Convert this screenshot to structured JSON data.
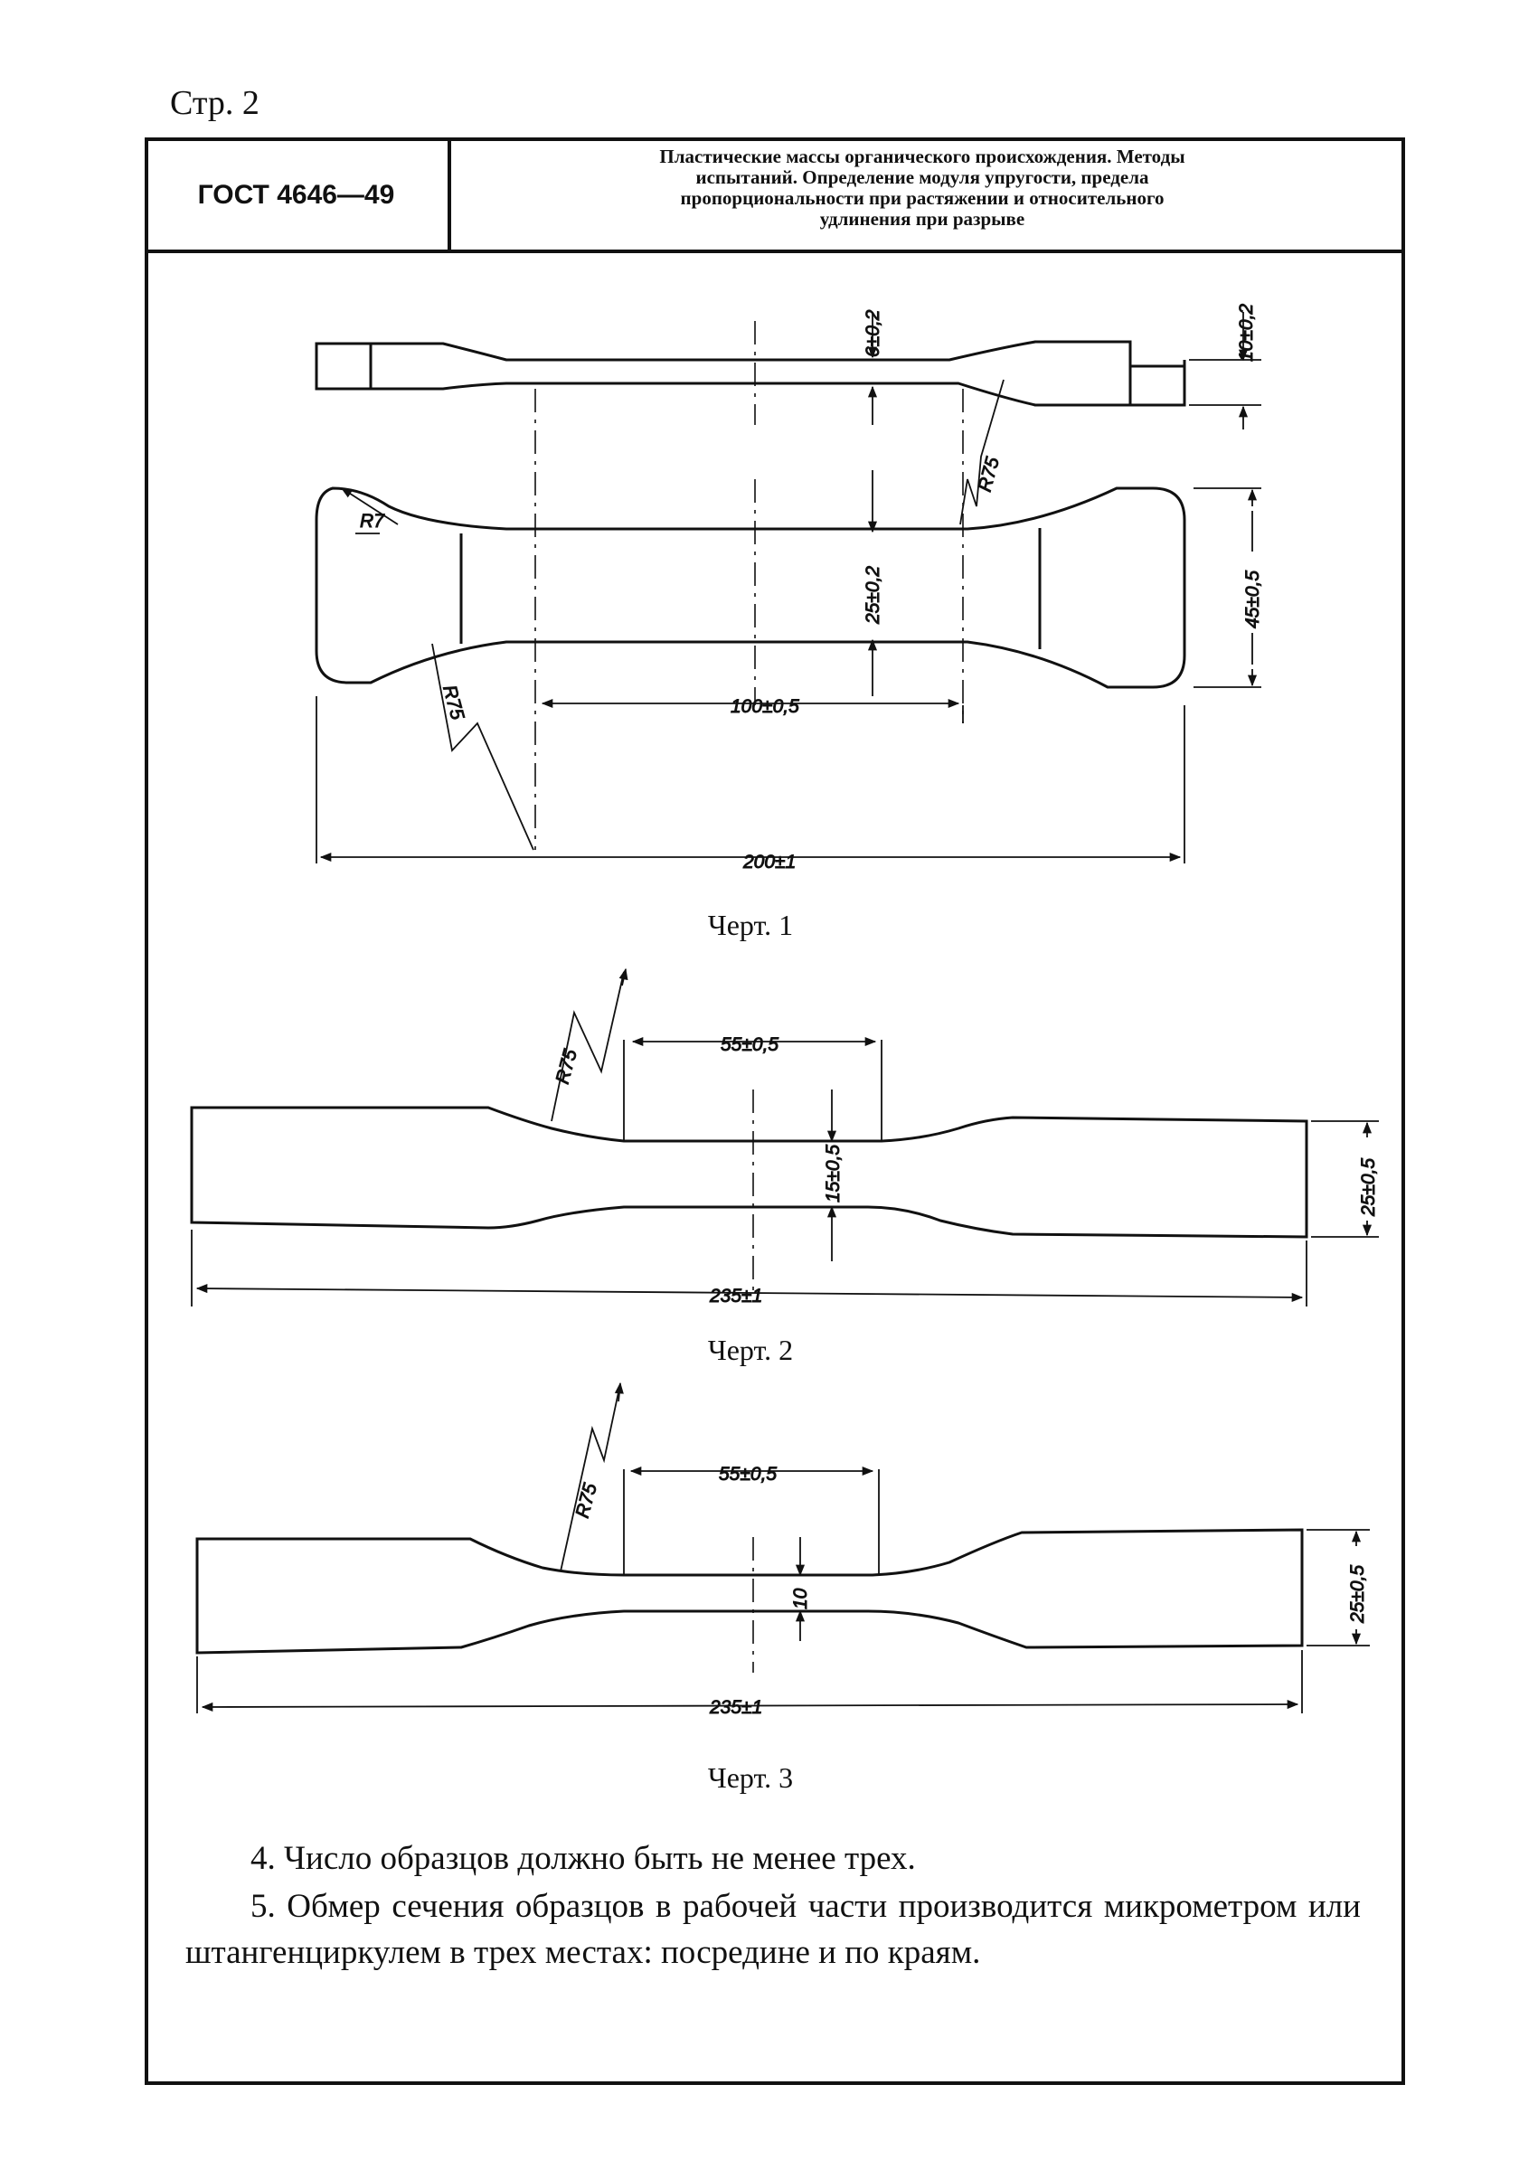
{
  "page": {
    "number": "Стр. 2"
  },
  "header": {
    "code": "ГОСТ 4646—49",
    "title_lines": [
      "Пластические массы органического происхождения. Методы",
      "испытаний. Определение модуля упругости, предела",
      "пропорциональности при растяжении и относительного",
      "удлинения при разрыве"
    ]
  },
  "figures": [
    {
      "caption": "Черт. 1",
      "dims": {
        "thickness_mid": "6±0,2",
        "thickness_end": "10±0,2",
        "radius_small": "R7",
        "radius_top": "R75",
        "radius_bottom": "R75",
        "width_mid": "25±0,2",
        "width_end": "45±0,5",
        "length_mid": "100±0,5",
        "length_total": "200±1"
      }
    },
    {
      "caption": "Черт. 2",
      "dims": {
        "radius": "R75",
        "length_work": "55±0,5",
        "width_mid": "15±0,5",
        "width_end": "25±0,5",
        "length_total": "235±1"
      }
    },
    {
      "caption": "Черт. 3",
      "dims": {
        "radius": "R75",
        "length_work": "55±0,5",
        "width_mid": "10",
        "width_end": "25±0,5",
        "length_total": "235±1"
      }
    }
  ],
  "paragraphs": [
    "4. Число образцов должно быть не менее трех.",
    "5. Обмер сечения образцов в рабочей части производится микрометром или штангенциркулем в трех местах: посредине и по краям."
  ]
}
